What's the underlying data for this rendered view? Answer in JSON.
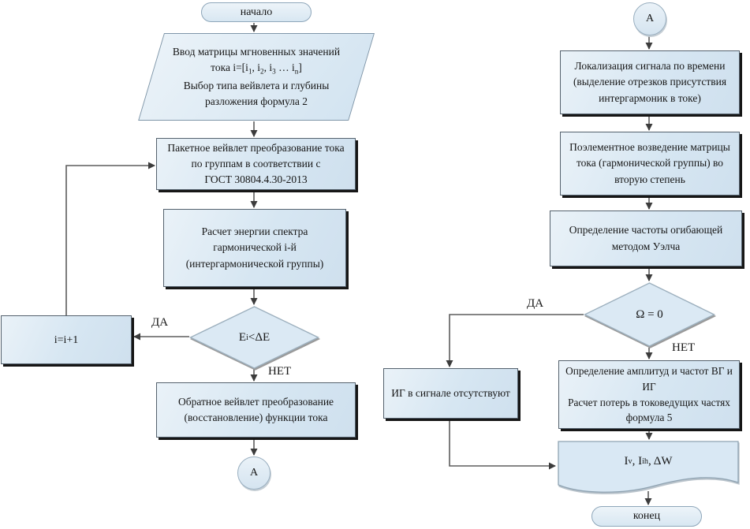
{
  "colors": {
    "shape_fill": "#d6e6f2",
    "shape_fill_light": "#eaf2f8",
    "process_border": "#54616d",
    "terminator_border": "#8ea6ba",
    "shadow": "#161616",
    "connector_line": "#5d5d5d",
    "text": "#161616"
  },
  "left": {
    "start": "начало",
    "input": {
      "l1": "Ввод матрицы мгновенных значений",
      "l2": [
        {
          "t": "тока i=[i"
        },
        {
          "s": "1"
        },
        {
          "t": ", i"
        },
        {
          "s": "2"
        },
        {
          "t": ", i"
        },
        {
          "s": "3"
        },
        {
          "t": " … i"
        },
        {
          "s": "n"
        },
        {
          "t": "]"
        }
      ],
      "l3": "Выбор типа вейвлета и глубины",
      "l4": "разложения формула 2"
    },
    "p1": "Пакетное вейвлет преобразование тока\nпо группам в соответствии с\nГОСТ 30804.4.30-2013",
    "p2": "Расчет энергии спектра\nгармонической i-й\n(интергармонической группы)",
    "decision": [
      {
        "t": "E"
      },
      {
        "s": "i"
      },
      {
        "t": "<ΔE"
      }
    ],
    "yes": "ДА",
    "no": "НЕТ",
    "loop": "i=i+1",
    "p3": "Обратное вейвлет преобразование\n(восстановление) функции тока",
    "connector": "А"
  },
  "right": {
    "connector": "А",
    "p1": "Локализация сигнала по времени\n(выделение отрезков присутствия\nинтергармоник в токе)",
    "p2": "Поэлементное возведение матрицы\nтока (гармонической группы) во\nвторую степень",
    "p3": "Определение частоты огибающей\nметодом Уэлча",
    "decision": "Ω = 0",
    "yes": "ДА",
    "no": "НЕТ",
    "p4": "ИГ в сигнале отсутствуют",
    "p5": "Определение амплитуд и частот ВГ и\nИГ\nРасчет потерь в токоведущих частях\nформула 5",
    "output": [
      {
        "t": "I"
      },
      {
        "s": "v"
      },
      {
        "t": " , I"
      },
      {
        "s": "ih"
      },
      {
        "t": ", ΔW"
      }
    ],
    "end": "конец"
  }
}
